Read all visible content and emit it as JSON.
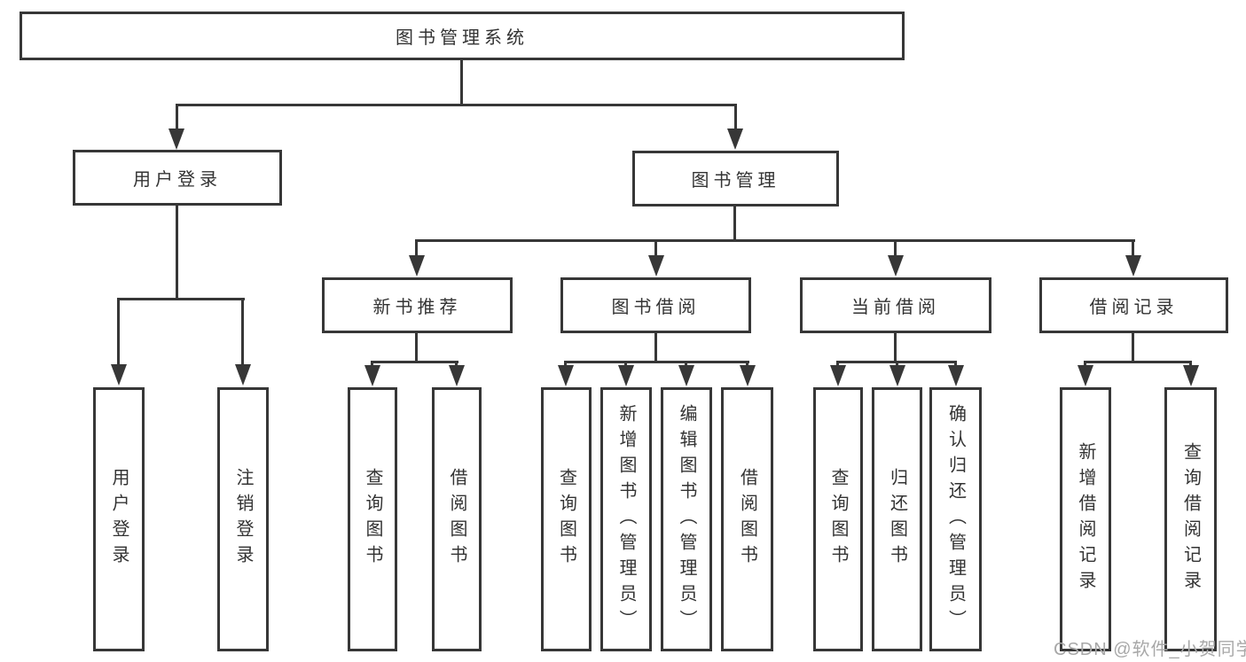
{
  "diagram": {
    "title": "图书管理系统",
    "level2": [
      {
        "label": "用户登录"
      },
      {
        "label": "图书管理"
      }
    ],
    "level3": [
      {
        "label": "新书推荐"
      },
      {
        "label": "图书借阅"
      },
      {
        "label": "当前借阅"
      },
      {
        "label": "借阅记录"
      }
    ],
    "leaves": [
      {
        "label": "用户登录"
      },
      {
        "label": "注销登录"
      },
      {
        "label": "查询图书"
      },
      {
        "label": "借阅图书"
      },
      {
        "label": "查询图书"
      },
      {
        "label": "新增图书（管理员）"
      },
      {
        "label": "编辑图书（管理员）"
      },
      {
        "label": "借阅图书"
      },
      {
        "label": "查询图书"
      },
      {
        "label": "归还图书"
      },
      {
        "label": "确认归还（管理员）"
      },
      {
        "label": "新增借阅记录"
      },
      {
        "label": "查询借阅记录"
      }
    ]
  },
  "watermark": {
    "text": "CSDN @软件_小贺同学"
  },
  "colors": {
    "line": "#373737",
    "text": "#333333",
    "watermark": "#a8a8a8",
    "background": "#ffffff"
  }
}
